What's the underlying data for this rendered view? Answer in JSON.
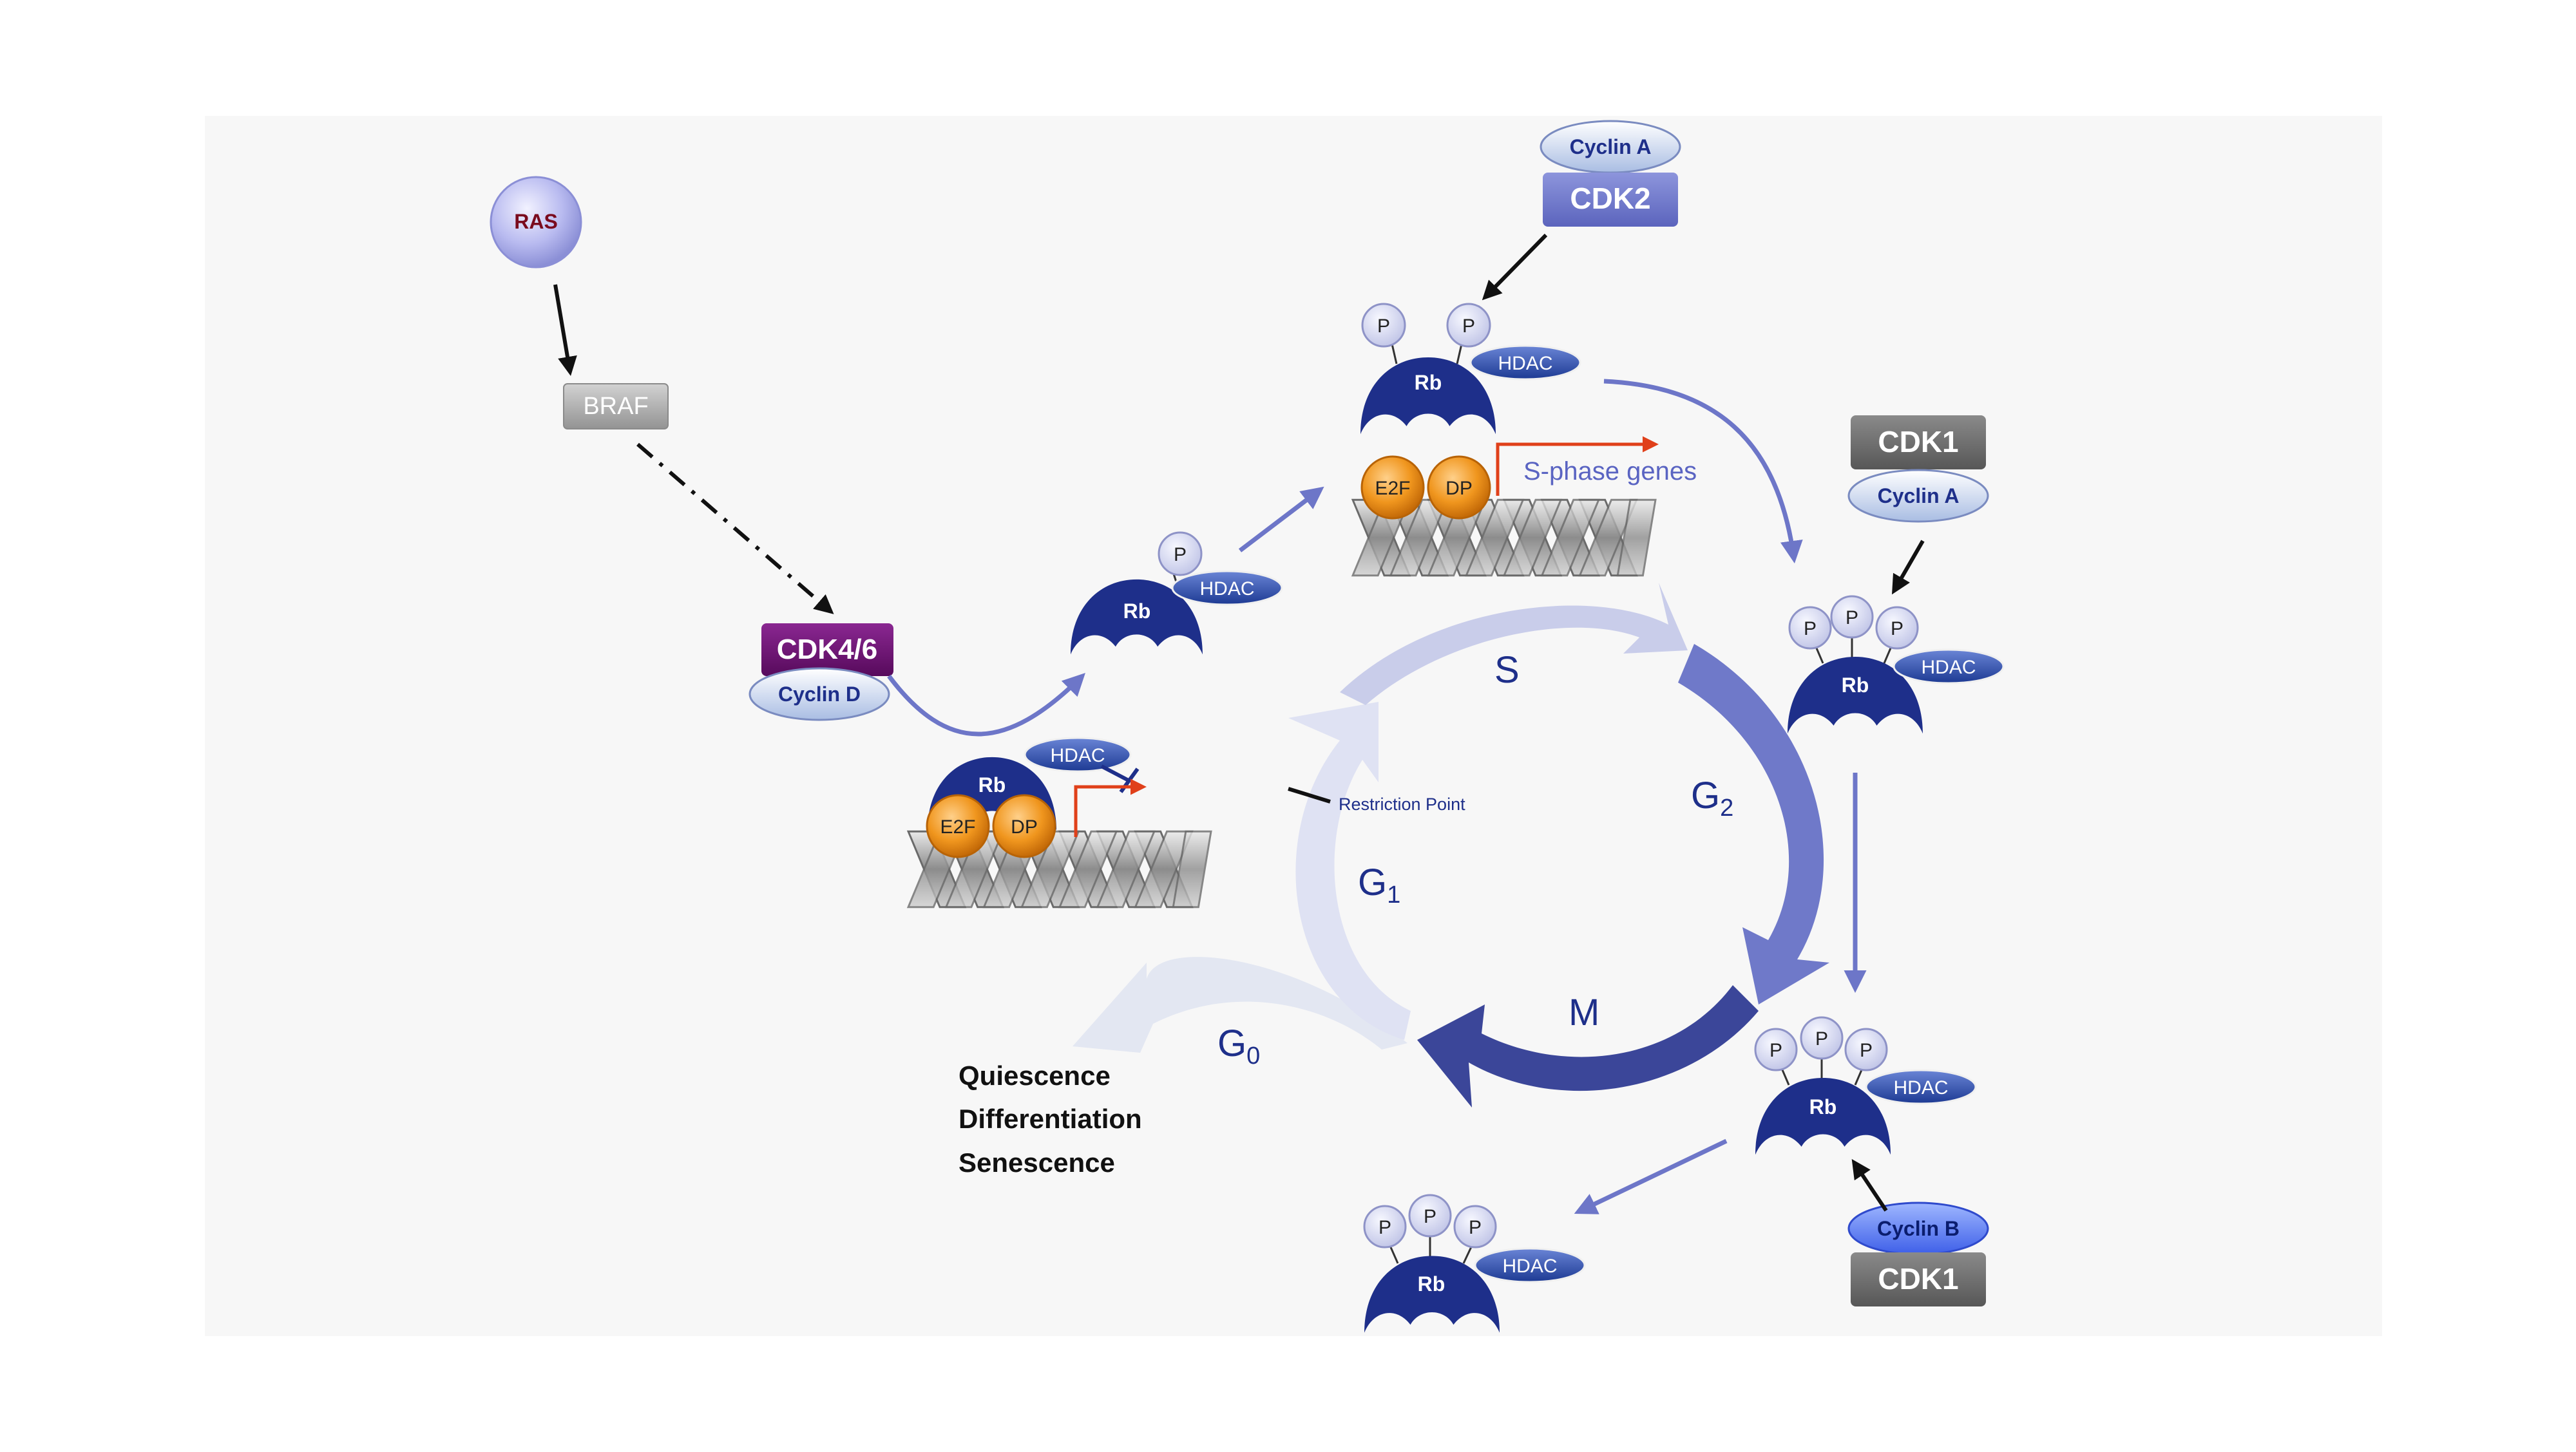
{
  "molecules": {
    "ras": "RAS",
    "braf": "BRAF",
    "cdk46": "CDK4/6",
    "cyclin_d": "Cyclin D",
    "cdk2": "CDK2",
    "cyclin_a": "Cyclin A",
    "cdk1": "CDK1",
    "cyclin_b": "Cyclin B",
    "rb": "Rb",
    "hdac": "HDAC",
    "e2f": "E2F",
    "dp": "DP",
    "p": "P"
  },
  "labels": {
    "s_phase_genes": "S-phase genes",
    "restriction_point": "Restriction Point"
  },
  "phases": {
    "s": "S",
    "g2_main": "G",
    "g2_sub": "2",
    "m": "M",
    "g1_main": "G",
    "g1_sub": "1",
    "g0_main": "G",
    "g0_sub": "0"
  },
  "outcomes": [
    "Quiescence",
    "Differentiation",
    "Senescence"
  ],
  "colors": {
    "navy": "#1e2f8a",
    "cycle_light": "#c9cdea",
    "cycle_mid": "#6f79c9",
    "cycle_dark": "#3b4699",
    "g0_arrow": "#e3e7f2",
    "pathway_arrow": "#6d76c8",
    "cdk46": "#6e0f73",
    "cdk2": "#6f78cc",
    "cdk1": "#6d6d6d",
    "braf": "#a8a8a8",
    "ras_text": "#7a0b1e",
    "orange": "#f0961e",
    "red_arrow": "#e0401a"
  }
}
